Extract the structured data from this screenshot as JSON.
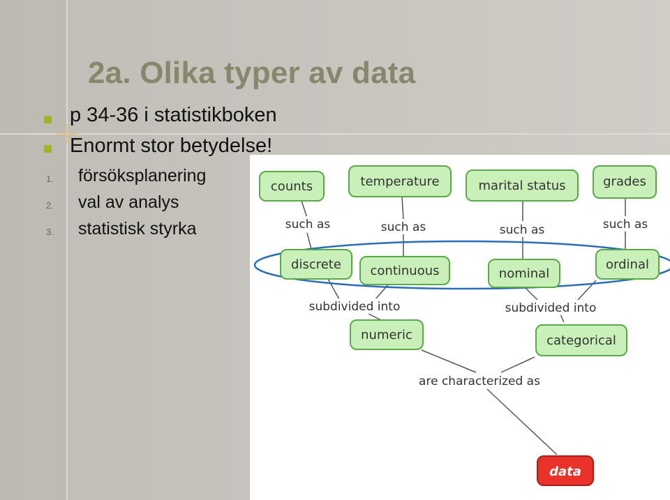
{
  "slide": {
    "title": "2a. Olika typer av data",
    "bullets": [
      "p 34-36 i statistikboken",
      "Enormt stor betydelse!"
    ],
    "numbered": [
      {
        "n": "1.",
        "text": "försöksplanering"
      },
      {
        "n": "2.",
        "text": "val av analys"
      },
      {
        "n": "3.",
        "text": "statistisk styrka"
      }
    ]
  },
  "diagram": {
    "nodes": {
      "counts": "counts",
      "temperature": "temperature",
      "marital_status": "marital status",
      "grades": "grades",
      "discrete": "discrete",
      "continuous": "continuous",
      "nominal": "nominal",
      "ordinal": "ordinal",
      "numeric": "numeric",
      "categorical": "categorical",
      "data": "data"
    },
    "links": {
      "such_as": "such as",
      "subdivided_into": "subdivided into",
      "are_characterized_as": "are characterized as"
    },
    "colors": {
      "node_fill": "#c8f0b8",
      "node_border": "#5aa84a",
      "data_fill": "#e8322a",
      "ellipse": "#2a6cb8"
    }
  }
}
